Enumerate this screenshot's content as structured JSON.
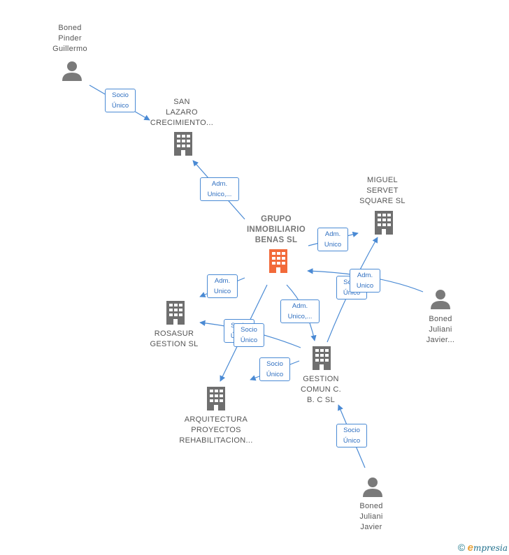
{
  "colors": {
    "edge": "#4a8ad4",
    "person": "#7a7a7a",
    "company": "#6f6f6f",
    "main_company": "#f26a3a"
  },
  "nodes": {
    "boned_pinder": {
      "lines": [
        "Boned",
        "Pinder",
        "Guillermo"
      ],
      "type": "person"
    },
    "san_lazaro": {
      "lines": [
        "SAN",
        "LAZARO",
        "CRECIMIENTO..."
      ],
      "type": "company"
    },
    "grupo": {
      "lines": [
        "GRUPO",
        "INMOBILIARIO",
        "BENAS  SL"
      ],
      "type": "main"
    },
    "miguel_servet": {
      "lines": [
        "MIGUEL",
        "SERVET",
        "SQUARE  SL"
      ],
      "type": "company"
    },
    "rosasur": {
      "lines": [
        "ROSASUR",
        "GESTION  SL"
      ],
      "type": "company"
    },
    "gestion_comun": {
      "lines": [
        "GESTION",
        "COMUN C.",
        "B. C SL"
      ],
      "type": "company"
    },
    "arquitectura": {
      "lines": [
        "ARQUITECTURA",
        "PROYECTOS",
        "REHABILITACION..."
      ],
      "type": "company"
    },
    "boned_juliani_right": {
      "lines": [
        "Boned",
        "Juliani",
        "Javier..."
      ],
      "type": "person"
    },
    "boned_juliani_bottom": {
      "lines": [
        "Boned",
        "Juliani",
        "Javier"
      ],
      "type": "person"
    }
  },
  "edge_labels": {
    "pinder_san_lazaro": [
      "Socio",
      "Único"
    ],
    "grupo_san_lazaro": [
      "Adm.",
      "Unico,..."
    ],
    "grupo_miguel": [
      "Adm.",
      "Unico"
    ],
    "grupo_rosasur": [
      "Adm.",
      "Unico"
    ],
    "grupo_gestion": [
      "Adm.",
      "Unico,..."
    ],
    "juliani_grupo": [
      "Socio",
      "Único"
    ],
    "gestion_miguel": [
      "Adm.",
      "Unico"
    ],
    "gestion_rosasur_back": [
      "Socio",
      "Único"
    ],
    "gestion_rosasur": [
      "Socio",
      "Único"
    ],
    "gestion_arquitectura": [
      "Socio",
      "Único"
    ],
    "juliani_bottom_gestion": [
      "Socio",
      "Único"
    ]
  },
  "footer": {
    "copyright": "©",
    "brand_initial": "e",
    "brand_rest": "mpresia"
  }
}
